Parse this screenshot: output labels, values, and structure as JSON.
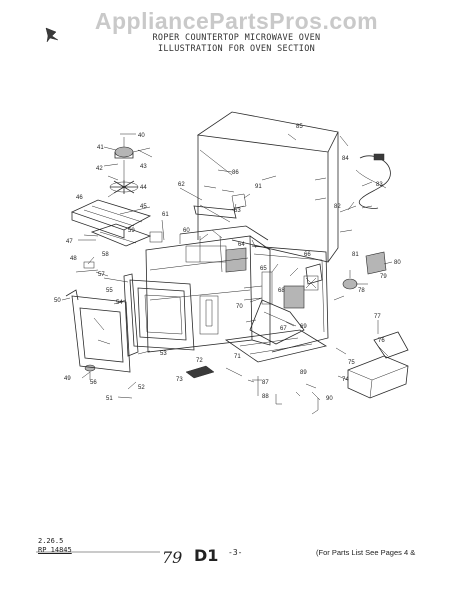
{
  "watermark": "AppliancePartsPros.com",
  "header": {
    "line1": "ROPER COUNTERTOP MICROWAVE OVEN",
    "line2": "ILLUSTRATION FOR OVEN SECTION"
  },
  "footer": {
    "code1": "2.26.5",
    "code2": "RP 14845",
    "handwritten": "79",
    "section": "D1",
    "page": "-3-",
    "note": "(For Parts List See Pages 4 &"
  },
  "part_labels": [
    "40",
    "41",
    "42",
    "43",
    "44",
    "45",
    "46",
    "47",
    "48",
    "49",
    "50",
    "51",
    "52",
    "53",
    "54",
    "55",
    "56",
    "57",
    "58",
    "59",
    "60",
    "61",
    "62",
    "63",
    "64",
    "65",
    "66",
    "67",
    "68",
    "69",
    "70",
    "71",
    "72",
    "73",
    "74",
    "75",
    "76",
    "77",
    "78",
    "79",
    "80",
    "81",
    "82",
    "83",
    "84",
    "85",
    "86",
    "87",
    "88",
    "89",
    "90",
    "91"
  ]
}
